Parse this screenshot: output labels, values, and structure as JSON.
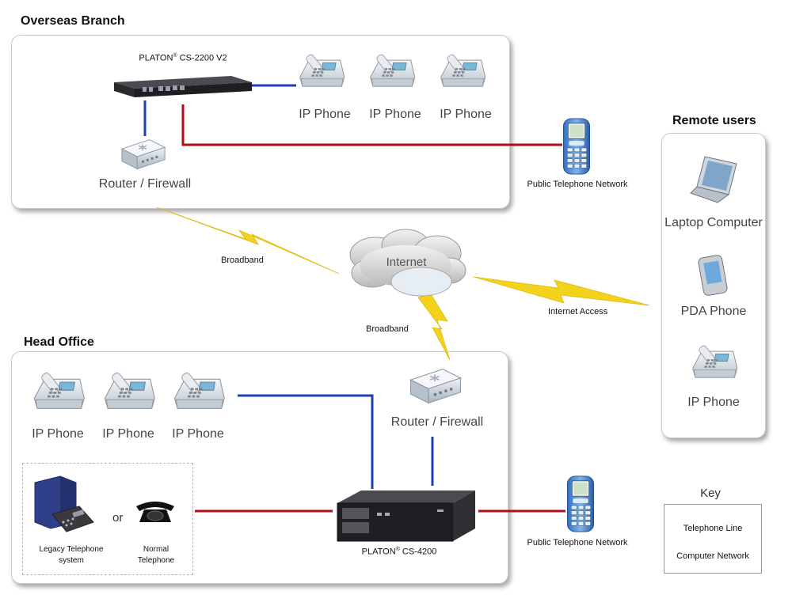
{
  "sections": {
    "overseas_branch": "Overseas Branch",
    "head_office": "Head Office",
    "remote_users": "Remote users"
  },
  "overseas": {
    "device_brand": "PLATON",
    "device_reg": "®",
    "device_model": " CS-2200 V2",
    "phones": [
      "IP Phone",
      "IP Phone",
      "IP Phone"
    ],
    "router": "Router / Firewall"
  },
  "head": {
    "phones": [
      "IP Phone",
      "IP Phone",
      "IP Phone"
    ],
    "router": "Router / Firewall",
    "legacy": "Legacy Telephone system",
    "or": "or",
    "normal": "Normal Telephone",
    "device_brand": "PLATON",
    "device_reg": "®",
    "device_model": " CS-4200"
  },
  "remote": {
    "laptop": "Laptop Computer",
    "pda": "PDA Phone",
    "phone": "IP Phone"
  },
  "network": {
    "internet": "Internet",
    "broadband_top": "Broadband",
    "broadband_bottom": "Broadband",
    "internet_access": "Internet Access",
    "ptn_top": "Public Telephone Network",
    "ptn_bottom": "Public Telephone Network"
  },
  "key": {
    "title": "Key",
    "telephone": "Telephone Line",
    "computer": "Computer Network"
  },
  "colors": {
    "telephone_line": "#b00d1c",
    "computer_network": "#1a3fb0",
    "lightning": "#f3d21c"
  },
  "icons": [
    "ip-phone-icon",
    "router-icon",
    "mobile-phone-icon",
    "laptop-icon",
    "pda-icon",
    "server-icon",
    "cloud-icon",
    "legacy-pbx-icon",
    "rotary-phone-icon",
    "lightning-icon"
  ]
}
